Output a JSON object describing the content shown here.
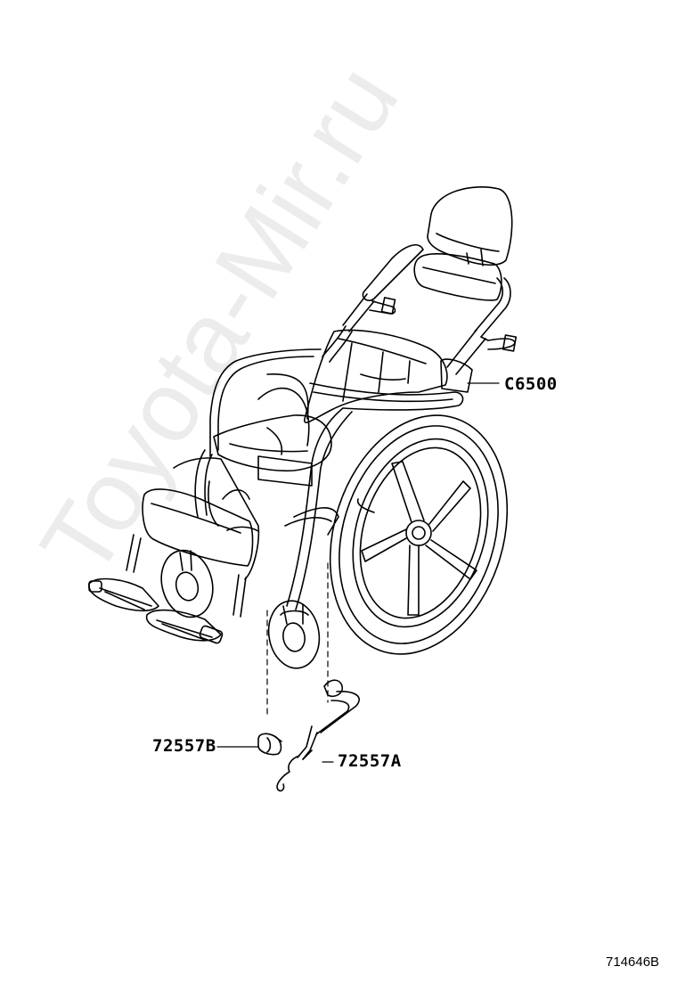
{
  "watermark": "Toyota-Mir.ru",
  "parts": {
    "c6500": "C6500",
    "a": "72557A",
    "b": "72557B"
  },
  "reference_code": "714646B",
  "colors": {
    "line": "#000000",
    "watermark": "#d9d9d9"
  }
}
